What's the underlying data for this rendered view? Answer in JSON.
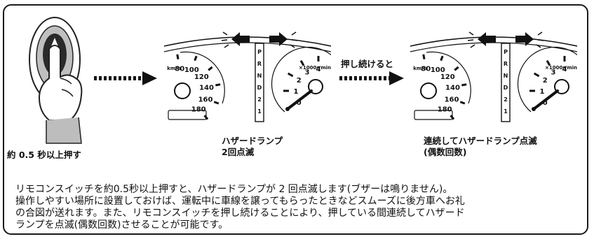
{
  "captions": {
    "press": "約 0.5 秒以上押す",
    "blink_line1": "ハザードランプ",
    "blink_line2": "2回点滅",
    "continuous_line1": "連続してハザードランプ点滅",
    "continuous_line2": "(偶数回数)"
  },
  "arrow_label": "押し続けると",
  "gauge": {
    "speed_ticks": [
      "80",
      "100",
      "120",
      "140",
      "160",
      "180"
    ],
    "speed_unit": "km/h",
    "gear_positions": [
      "P",
      "R",
      "N",
      "D",
      "2",
      "1"
    ],
    "tach_ticks": [
      "0",
      "1",
      "2",
      "3",
      "4"
    ],
    "tach_unit": "×1000r/min"
  },
  "description": [
    "リモコンスイッチを約0.5秒以上押すと、ハザードランプが 2 回点滅します(ブザーは鳴りません)。",
    "操作しやすい場所に設置しておけば、運転中に車線を譲ってもらったときなどスムーズに後方車へお礼",
    "の合図が送れます。また、リモコンスイッチを押し続けることにより、押している間連続してハザード",
    "ランプを点滅(偶数回数)させることが可能です。"
  ],
  "icons": [
    "remote-switch-icon",
    "pointing-hand-icon",
    "dotted-arrow-icon",
    "hazard-arrow-left-icon",
    "hazard-arrow-right-icon"
  ]
}
